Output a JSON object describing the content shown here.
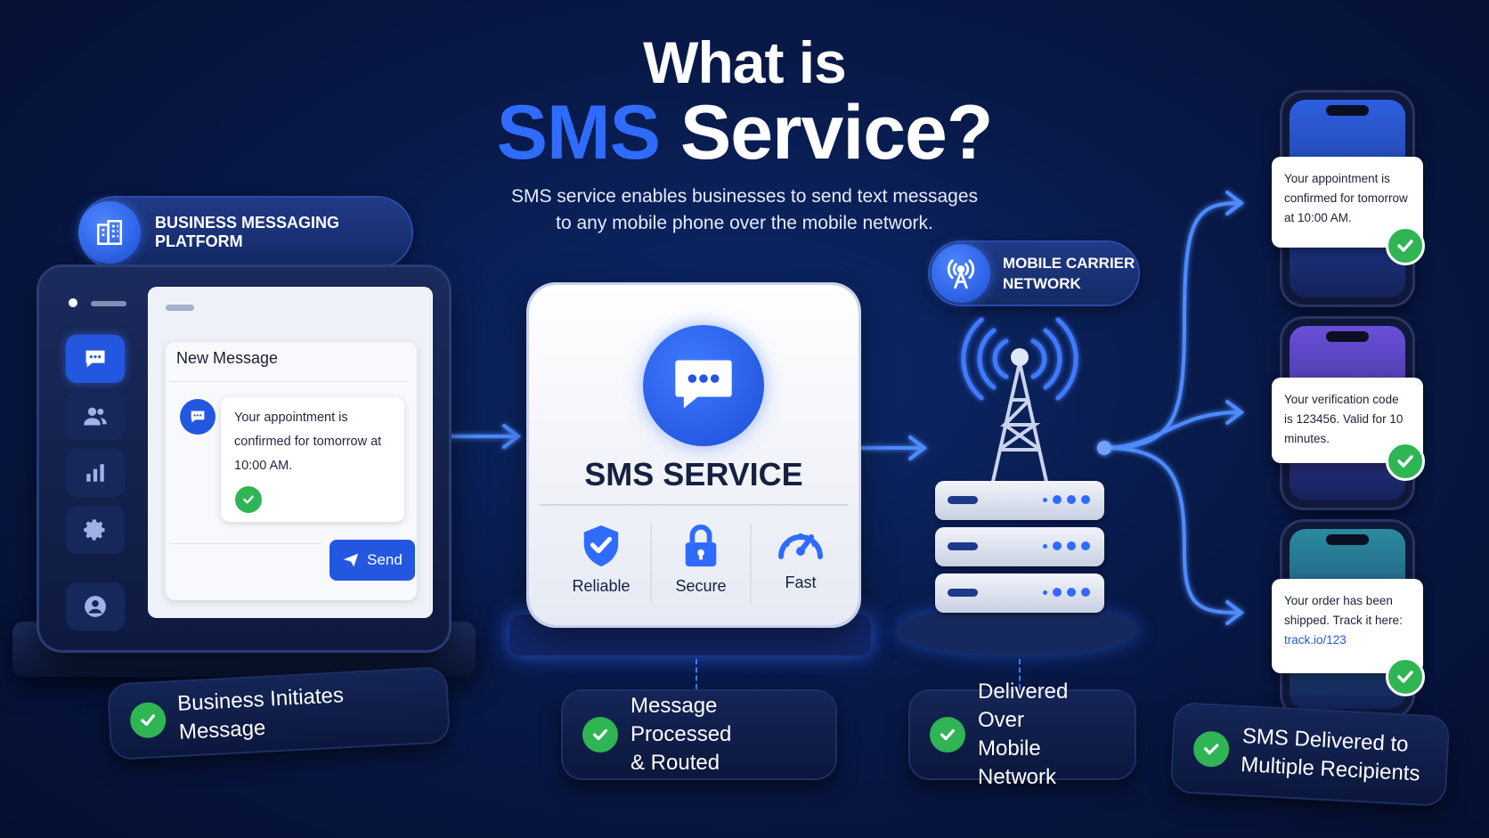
{
  "title": {
    "line1": "What is",
    "highlight": "SMS",
    "rest": " Service?"
  },
  "subtitle": {
    "line1": "SMS service enables businesses to send text messages",
    "line2": "to any mobile phone over the mobile network."
  },
  "platform": {
    "badge_label": "Business Messaging Platform",
    "new_message_label": "New Message",
    "message_text": "Your appointment is confirmed for tomorrow at 10:00 AM.",
    "send_label": "Send",
    "sidebar_icons": [
      "chat-icon",
      "users-icon",
      "chart-icon",
      "gear-icon",
      "user-icon"
    ]
  },
  "sms_service": {
    "title": "SMS SERVICE",
    "features": [
      {
        "label": "Reliable",
        "icon": "shield-check-icon"
      },
      {
        "label": "Secure",
        "icon": "lock-icon"
      },
      {
        "label": "Fast",
        "icon": "speedometer-icon"
      }
    ]
  },
  "carrier": {
    "badge_line1": "MOBILE CARRIER",
    "badge_line2": "NETWORK"
  },
  "recipients": [
    {
      "text": "Your appointment is confirmed for tomorrow at 10:00 AM.",
      "screen_color": "#2d5fe0"
    },
    {
      "text": "Your verification code is 123456. Valid for 10 minutes.",
      "screen_color": "#6a4fd8"
    },
    {
      "text_before": "Your order has been shipped. Track it here: ",
      "link": "track.io/123",
      "screen_color": "#2a8a9e"
    }
  ],
  "steps": [
    {
      "line1": "Business Initiates Message",
      "line2": ""
    },
    {
      "line1": "Message Processed",
      "line2": "& Routed"
    },
    {
      "line1": "Delivered Over",
      "line2": "Mobile Network"
    },
    {
      "line1": "SMS Delivered to",
      "line2": "Multiple Recipients"
    }
  ],
  "colors": {
    "accent": "#2f6bff",
    "check": "#2fb553",
    "background": "#081a4a"
  }
}
